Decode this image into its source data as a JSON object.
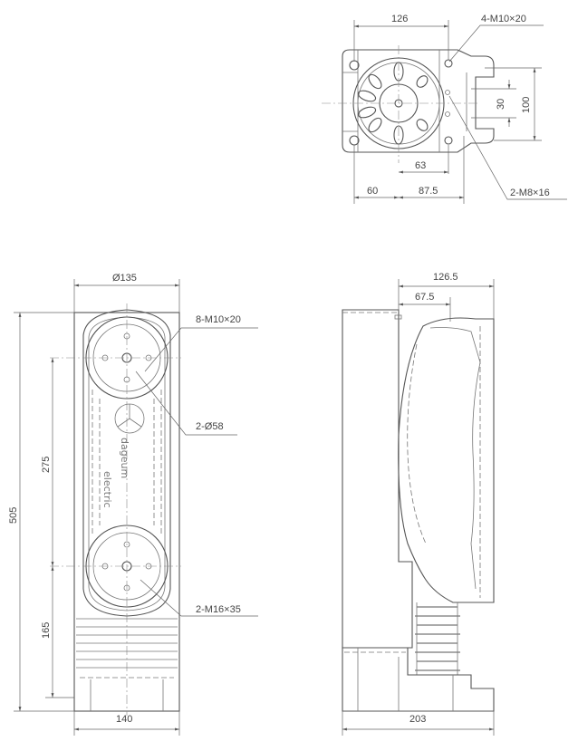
{
  "top_view": {
    "dims": {
      "width_126": "126",
      "d63": "63",
      "d60": "60",
      "d87_5": "87.5",
      "d30": "30",
      "d100": "100"
    },
    "callouts": {
      "bolt_top": "4-M10×20",
      "bolt_side": "2-M8×16"
    }
  },
  "front_view": {
    "dims": {
      "dia135": "Ø135",
      "h505": "505",
      "h275": "275",
      "h165": "165",
      "w140": "140"
    },
    "callouts": {
      "upper": "8-M10×20",
      "mid": "2-Ø58",
      "lower": "2-M16×35"
    },
    "logo": {
      "brand": "dageum",
      "sub": "electric"
    }
  },
  "side_view": {
    "dims": {
      "w126_5": "126.5",
      "w67_5": "67.5",
      "w203": "203"
    }
  }
}
